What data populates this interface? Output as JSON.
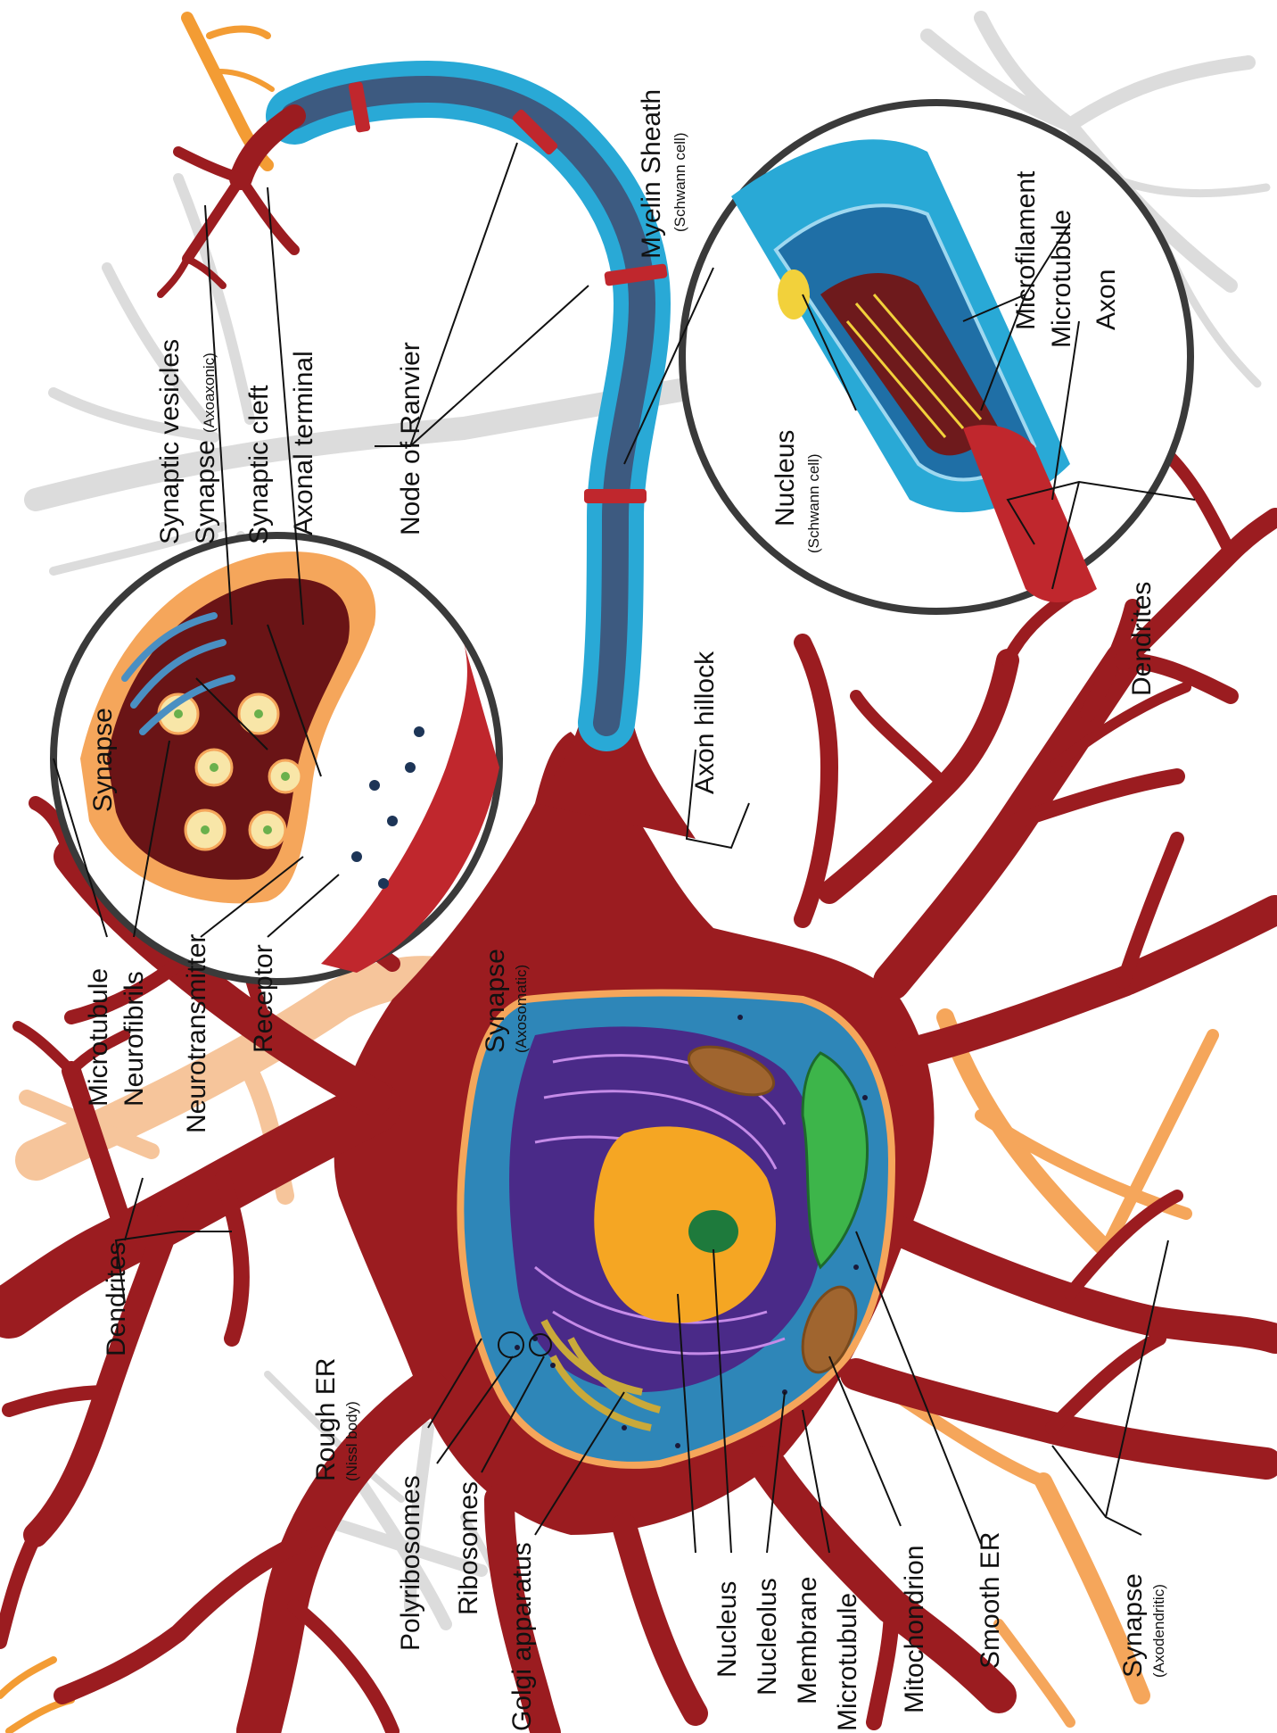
{
  "labels": {
    "dendrites_left": "Dendrites",
    "microtubule_synapse": "Microtubule",
    "neurofibrils": "Neurofibrils",
    "neurotransmitter": "Neurotransmitter",
    "receptor": "Receptor",
    "synapse_zoom": "Synapse",
    "synaptic_vesicles": "Synaptic vesicles",
    "synapse_axoaxonic": "Synapse",
    "synapse_axoaxonic_sub": "(Axoaxonic)",
    "synaptic_cleft": "Synaptic cleft",
    "axonal_terminal": "Axonal terminal",
    "node_of_ranvier": "Node of Ranvier",
    "myelin_sheath": "Myelin Sheath",
    "myelin_sheath_sub": "(Schwann cell)",
    "microfilament": "Microfilament",
    "microtubule_axon": "Microtubule",
    "axon": "Axon",
    "nucleus_schwann": "Nucleus",
    "nucleus_schwann_sub": "(Schwann cell)",
    "dendrites_right": "Dendrites",
    "axon_hillock": "Axon hillock",
    "synapse_axosomatic": "Synapse",
    "synapse_axosomatic_sub": "(Axosomatic)",
    "rough_er": "Rough ER",
    "rough_er_sub": "(Nissl body)",
    "polyribosomes": "Polyribosomes",
    "ribosomes": "Ribosomes",
    "golgi_apparatus": "Golgi apparatus",
    "nucleus": "Nucleus",
    "nucleolus": "Nucleolus",
    "membrane": "Membrane",
    "microtubule_cell": "Microtubule",
    "mitochondrion": "Mitochondrion",
    "smooth_er": "Smooth ER",
    "synapse_axodendritic": "Synapse",
    "synapse_axodendritic_sub": "(Axodendritic)"
  },
  "colors": {
    "neuron_body": "#9b1c20",
    "myelin": "#29a9d6",
    "axon_core": "#3d5a80",
    "node": "#c0272d",
    "synaptic_terminal": "#f7a656",
    "cytoplasm": "#2e86b8",
    "nucleus": "#f5a623",
    "background_neurons": "#d9d9d9"
  }
}
